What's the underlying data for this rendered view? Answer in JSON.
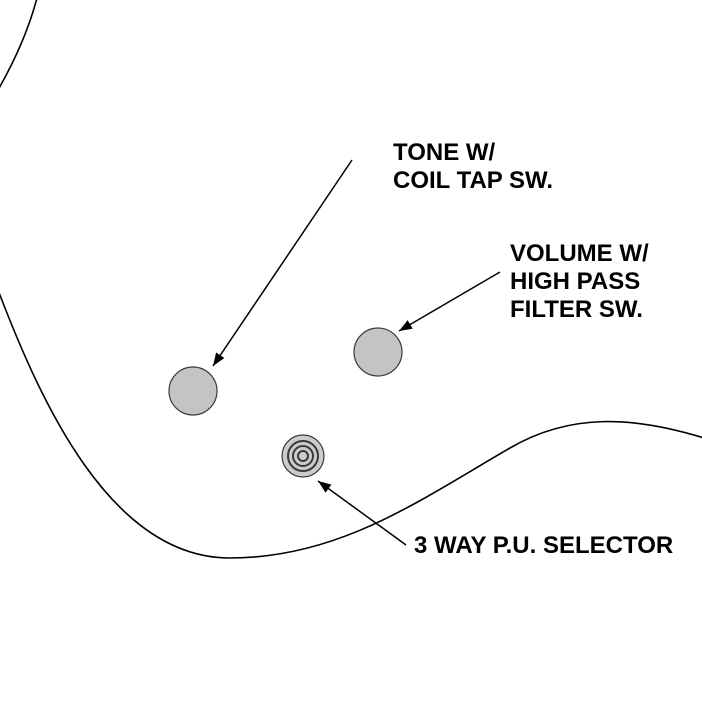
{
  "labels": {
    "tone": {
      "line1": "TONE W/",
      "line2": "COIL TAP SW."
    },
    "volume": {
      "line1": "VOLUME W/",
      "line2": "HIGH PASS",
      "line3": "FILTER SW."
    },
    "selector": {
      "line1": "3 WAY P.U. SELECTOR"
    }
  },
  "colors": {
    "background": "#ffffff",
    "line": "#000000",
    "knob_fill": "#c4c4c4",
    "selector_fill": "#cccccc"
  }
}
